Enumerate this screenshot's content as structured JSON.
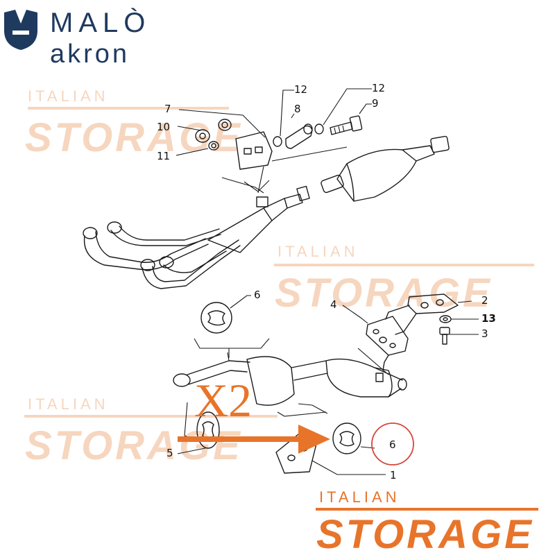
{
  "brand": {
    "line1": "MALÒ",
    "line2": "akron",
    "color": "#1f3a5f"
  },
  "watermark": {
    "line1": "ITALIAN",
    "line2": "STORAGE",
    "color": "#e8742a",
    "faded_color": "#f6d6bf"
  },
  "quantity_label": "X2",
  "arrow_color": "#e8742a",
  "callouts": {
    "c1": "1",
    "c2": "2",
    "c3": "3",
    "c4": "4",
    "c5": "5",
    "c6a": "6",
    "c6b": "6",
    "c7": "7",
    "c8": "8",
    "c9": "9",
    "c10": "10",
    "c11": "11",
    "c12a": "12",
    "c12b": "12",
    "c13": "13"
  }
}
